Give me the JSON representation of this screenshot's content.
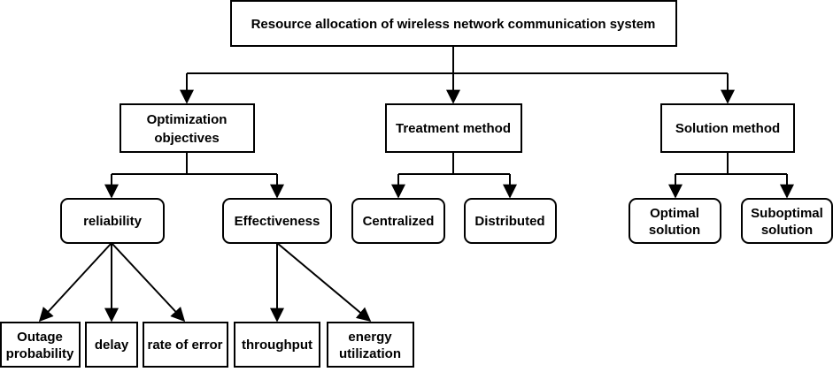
{
  "root": {
    "label": "Resource allocation of wireless network communication system"
  },
  "level1": {
    "optimization": {
      "lines": [
        "Optimization",
        "objectives"
      ]
    },
    "treatment": {
      "label": "Treatment method"
    },
    "solution": {
      "label": "Solution method"
    }
  },
  "level2": {
    "reliability": {
      "label": "reliability"
    },
    "effectiveness": {
      "label": "Effectiveness"
    },
    "centralized": {
      "label": "Centralized"
    },
    "distributed": {
      "label": "Distributed"
    },
    "optimal": {
      "lines": [
        "Optimal",
        "solution"
      ]
    },
    "suboptimal": {
      "lines": [
        "Suboptimal",
        "solution"
      ]
    }
  },
  "level3": {
    "outage": {
      "lines": [
        "Outage",
        "probability"
      ]
    },
    "delay": {
      "label": "delay"
    },
    "error": {
      "label": "rate of error"
    },
    "throughput": {
      "label": "throughput"
    },
    "energy": {
      "lines": [
        "energy",
        "utilization"
      ]
    }
  }
}
